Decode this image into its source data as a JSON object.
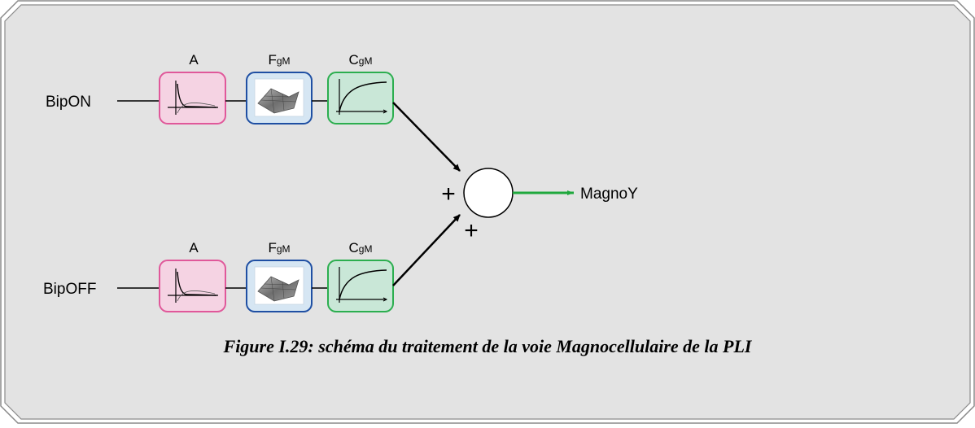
{
  "inputs": {
    "top": "BipON",
    "bottom": "BipOFF"
  },
  "output": "MagnoY",
  "blocks": {
    "a": {
      "label": "A"
    },
    "f": {
      "main": "F",
      "sub": "gM"
    },
    "c": {
      "main": "C",
      "sub": "gM"
    }
  },
  "signs": {
    "top": "+",
    "bottom": "+"
  },
  "caption": "Figure I.29: schéma du traitement de la voie Magnocellulaire de la PLI",
  "colors": {
    "background": "#e3e3e3",
    "frame": "#8a8a8a",
    "a_fill": "#f5d3e3",
    "a_stroke": "#e0589a",
    "f_fill": "#d6e6f3",
    "f_stroke": "#1f4fa3",
    "c_fill": "#c9e7d7",
    "c_stroke": "#2cae4f",
    "output_line": "#1fa83c"
  },
  "icons": [
    "impulse-response-icon",
    "3d-surface-icon",
    "saturation-curve-icon"
  ]
}
